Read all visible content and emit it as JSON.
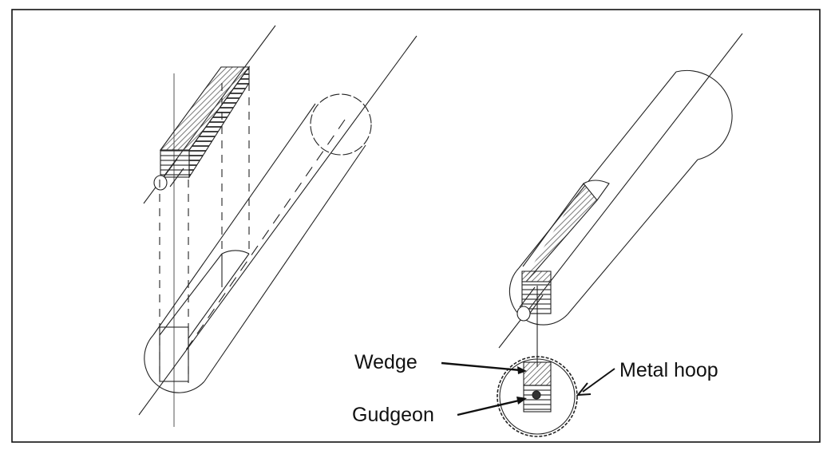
{
  "diagram": {
    "type": "technical-illustration",
    "subject": "Roller with wedge and gudgeon assembly",
    "views": [
      {
        "name": "exploded-view",
        "description": "Wedge block with gudgeon shown above a roller with a channel cut along its length"
      },
      {
        "name": "assembled-view",
        "description": "Roller with wedge inserted into channel and end cross-section"
      }
    ],
    "labels": {
      "wedge": "Wedge",
      "gudgeon": "Gudgeon",
      "metal_hoop": "Metal hoop"
    },
    "colors": {
      "line": "#222222",
      "hatch": "#555555",
      "frame": "#111111",
      "background": "#ffffff"
    }
  }
}
